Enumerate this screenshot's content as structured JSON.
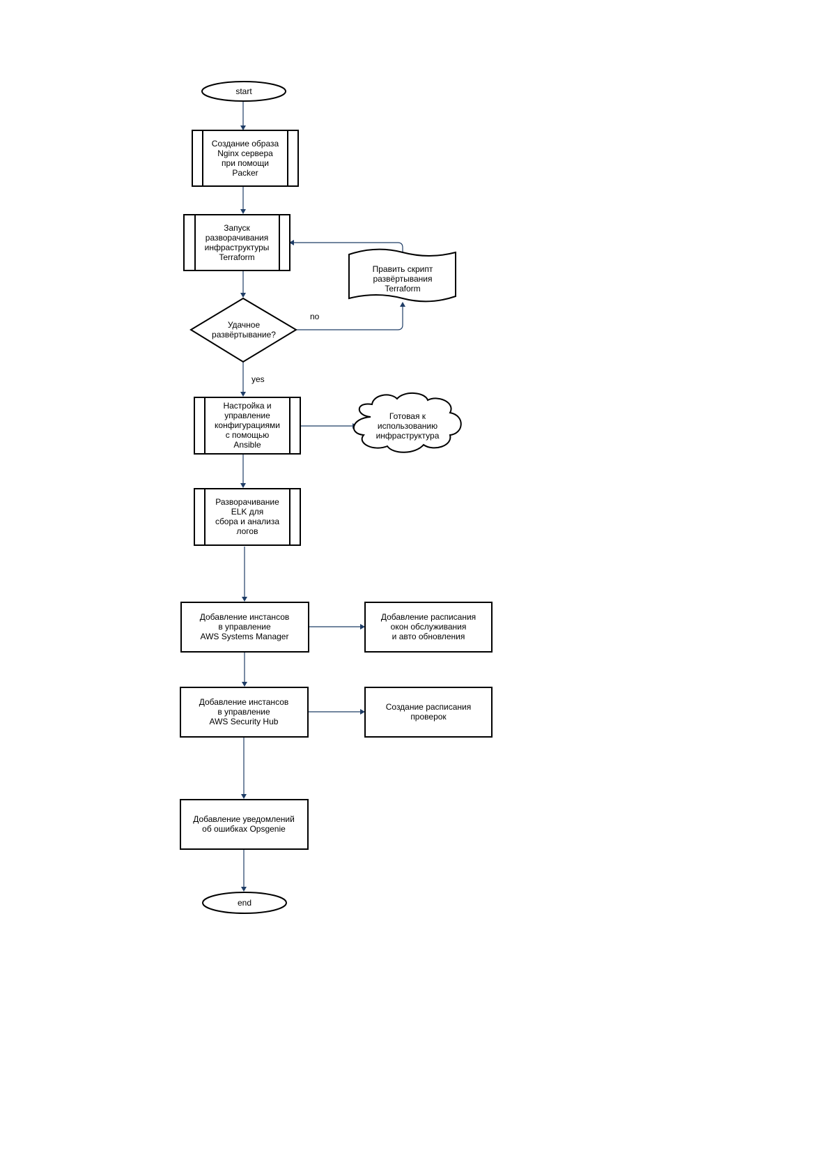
{
  "flowchart": {
    "nodes": {
      "start": {
        "lines": [
          "start"
        ]
      },
      "packer": {
        "lines": [
          "Создание образа",
          "Nginx сервера",
          "при помощи",
          "Packer"
        ]
      },
      "terraform": {
        "lines": [
          "Запуск",
          "разворачивания",
          "инфраструктуры",
          "Terraform"
        ]
      },
      "fix_script": {
        "lines": [
          "Править скрипт",
          "развёртывания",
          "Terraform"
        ]
      },
      "decision": {
        "lines": [
          "Удачное",
          "развёртывание?"
        ]
      },
      "ansible": {
        "lines": [
          "Настройка и",
          "управление",
          "конфигурациями",
          "с помощью",
          "Ansible"
        ]
      },
      "ready": {
        "lines": [
          "Готовая к",
          "использованию",
          "инфраструктура"
        ]
      },
      "elk": {
        "lines": [
          "Разворачивание",
          "ELK для",
          "сбора и анализа",
          "логов"
        ]
      },
      "ssm": {
        "lines": [
          "Добавление инстансов",
          "в управление",
          "AWS Systems Manager"
        ]
      },
      "maintenance": {
        "lines": [
          "Добавление расписания",
          "окон обслуживания",
          "и авто обновления"
        ]
      },
      "security_hub": {
        "lines": [
          "Добавление инстансов",
          "в управление",
          "AWS Security Hub"
        ]
      },
      "checks": {
        "lines": [
          "Создание расписания",
          "проверок"
        ]
      },
      "opsgenie": {
        "lines": [
          "Добавление уведомлений",
          "об ошибках Opsgenie"
        ]
      },
      "end": {
        "lines": [
          "end"
        ]
      }
    },
    "edge_labels": {
      "no": "no",
      "yes": "yes"
    },
    "colors": {
      "stroke": "#000000",
      "arrow": "#1f3d66",
      "fill": "#ffffff"
    }
  }
}
